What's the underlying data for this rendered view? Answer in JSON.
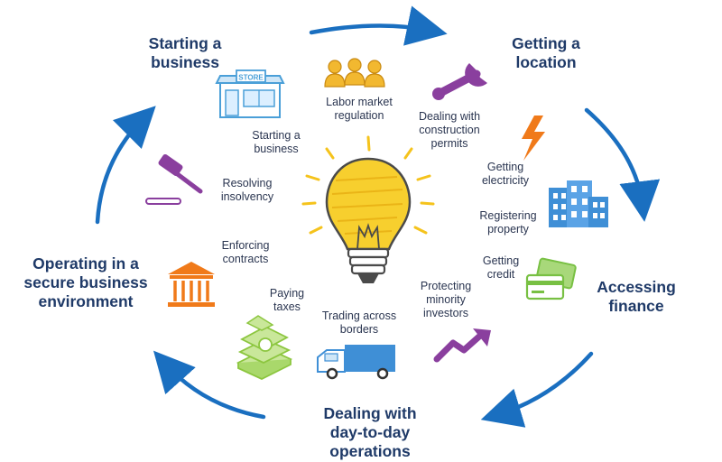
{
  "stages": {
    "starting": "Starting a\nbusiness",
    "location": "Getting a\nlocation",
    "finance": "Accessing\nfinance",
    "operations": "Dealing with\nday-to-day\noperations",
    "secure": "Operating in a\nsecure business\nenvironment"
  },
  "indicators": {
    "labor": "Labor market\nregulation",
    "construction": "Dealing with\nconstruction\npermits",
    "electricity": "Getting\nelectricity",
    "property": "Registering\nproperty",
    "credit": "Getting\ncredit",
    "minority": "Protecting\nminority\ninvestors",
    "trading": "Trading across\nborders",
    "taxes": "Paying\ntaxes",
    "contracts": "Enforcing\ncontracts",
    "insolvency": "Resolving\ninsolvency",
    "starting": "Starting a\nbusiness"
  },
  "store_sign": "STORE",
  "icons": [
    "store-icon",
    "workers-icon",
    "wrench-icon",
    "lightning-icon",
    "building-icon",
    "credit-card-icon",
    "trend-arrow-icon",
    "truck-icon",
    "money-stack-icon",
    "courthouse-icon",
    "gavel-icon",
    "lightbulb-icon"
  ],
  "colors": {
    "arrow": "#1a6fc0",
    "stage_text": "#1f3a68",
    "bulb": "#f5c31c",
    "store": "#4a9fd8",
    "workers": "#f2b830",
    "wrench": "#8a3f9e",
    "lightning": "#f07a1a",
    "building": "#3f8fd6",
    "card": "#78c043",
    "trend": "#8a3f9e",
    "truck": "#3f8fd6",
    "money": "#8cc63f",
    "courthouse": "#f07a1a",
    "gavel": "#8a3f9e"
  }
}
